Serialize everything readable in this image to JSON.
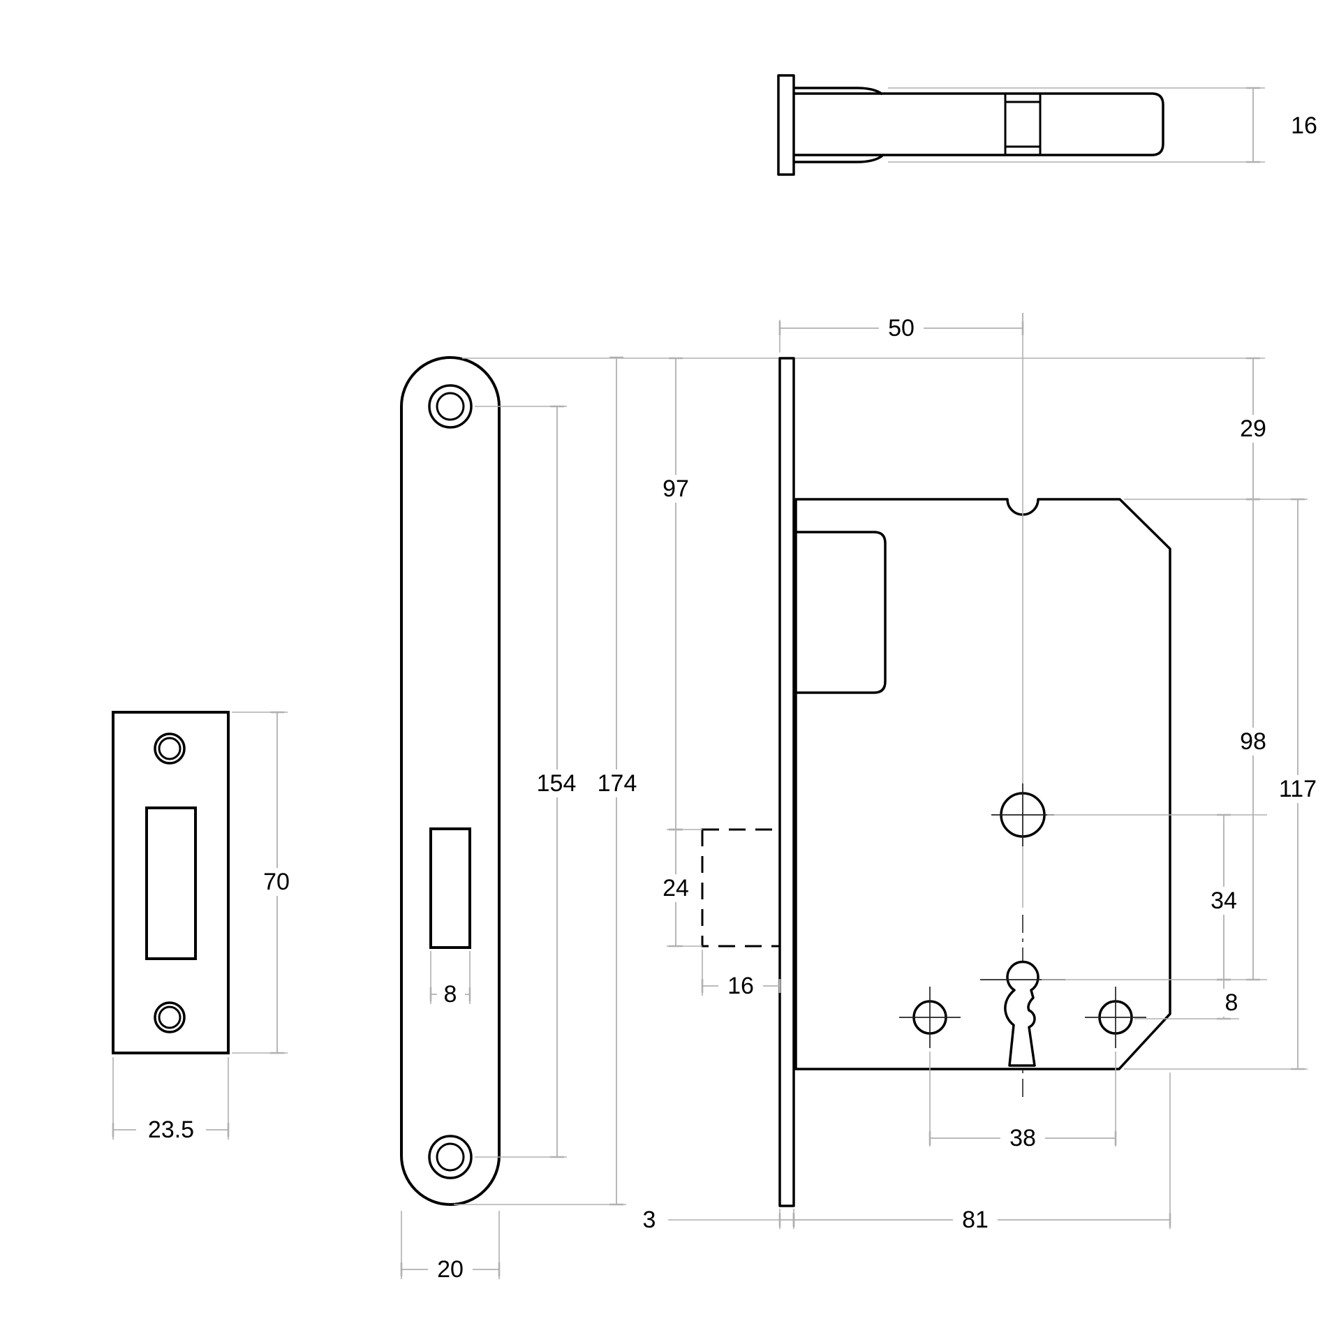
{
  "drawing": {
    "type": "technical-dimension-drawing",
    "subject": "mortice deadlock with strike plate, faceplate and lock case views",
    "units_shown": "millimetres",
    "colors": {
      "outline": "#000000",
      "dimension_lines": "#b0b0b0",
      "background": "#ffffff"
    },
    "views": {
      "top": "deadbolt top view",
      "left": "strike plate front view",
      "middle": "faceplate front view",
      "right": "lock case side view"
    },
    "dimensions": {
      "bolt_thickness_top": "16",
      "strike_plate_height": "70",
      "strike_plate_width": "23.5",
      "faceplate_hole_centres": "154",
      "faceplate_height": "174",
      "faceplate_slot_width": "8",
      "faceplate_width": "20",
      "backset": "50",
      "case_top_offset": "29",
      "plate_top_to_bolt": "97",
      "case_top_to_keyhole": "98",
      "case_height": "117",
      "bolt_height": "24",
      "bolt_throw": "16",
      "follower_to_keyhole": "34",
      "keyhole_to_screws": "8",
      "screw_centres": "38",
      "faceplate_thickness": "3",
      "case_depth": "81"
    }
  }
}
